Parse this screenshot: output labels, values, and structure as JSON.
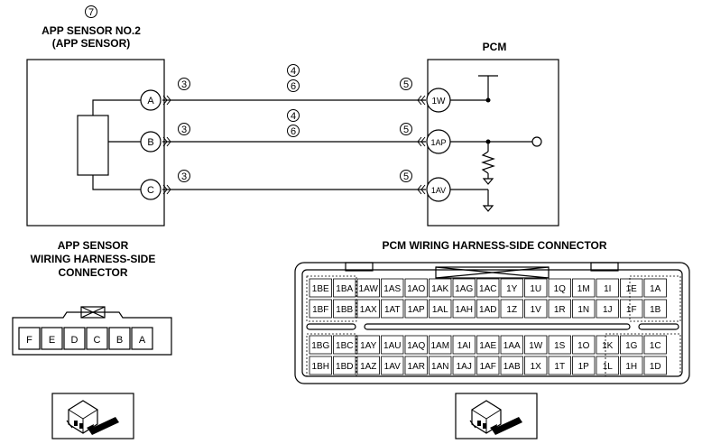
{
  "sensor": {
    "ref_num": "7",
    "title_line1": "APP SENSOR NO.2",
    "title_line2": "(APP SENSOR)",
    "pins": [
      "A",
      "B",
      "C"
    ]
  },
  "pcm": {
    "title": "PCM",
    "pins": [
      "1W",
      "1AP",
      "1AV"
    ]
  },
  "wire_refs": {
    "sensor_side": "3",
    "mid_top": "4",
    "mid_bottom": "6",
    "pcm_side": "5"
  },
  "app_connector": {
    "title_line1": "APP SENSOR",
    "title_line2": "WIRING HARNESS-SIDE",
    "title_line3": "CONNECTOR",
    "pins": [
      "F",
      "E",
      "D",
      "C",
      "B",
      "A"
    ]
  },
  "pcm_connector": {
    "title": "PCM WIRING HARNESS-SIDE CONNECTOR",
    "rows": [
      [
        "1BE",
        "1BA",
        "1AW",
        "1AS",
        "1AO",
        "1AK",
        "1AG",
        "1AC",
        "1Y",
        "1U",
        "1Q",
        "1M",
        "1I",
        "1E",
        "1A"
      ],
      [
        "1BF",
        "1BB",
        "1AX",
        "1AT",
        "1AP",
        "1AL",
        "1AH",
        "1AD",
        "1Z",
        "1V",
        "1R",
        "1N",
        "1J",
        "1F",
        "1B"
      ],
      [
        "1BG",
        "1BC",
        "1AY",
        "1AU",
        "1AQ",
        "1AM",
        "1AI",
        "1AE",
        "1AA",
        "1W",
        "1S",
        "1O",
        "1K",
        "1G",
        "1C"
      ],
      [
        "1BH",
        "1BD",
        "1AZ",
        "1AV",
        "1AR",
        "1AN",
        "1AJ",
        "1AF",
        "1AB",
        "1X",
        "1T",
        "1P",
        "1L",
        "1H",
        "1D"
      ]
    ]
  },
  "icons": [
    "connector-probe-icon",
    "connector-probe-icon"
  ]
}
